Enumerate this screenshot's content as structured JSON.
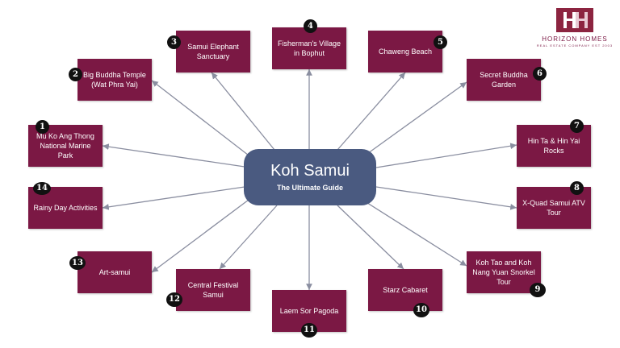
{
  "center": {
    "title": "Koh Samui",
    "subtitle": "The Ultimate Guide"
  },
  "logo": {
    "name": "HORIZON HOMES",
    "tagline": "REAL ESTATE COMPANY",
    "est": "EST 2003"
  },
  "nodes": [
    {
      "num": "1",
      "label": "Mu Ko Ang Thong National Marine Park"
    },
    {
      "num": "2",
      "label": "Big Buddha Temple (Wat Phra Yai)"
    },
    {
      "num": "3",
      "label": "Samui Elephant Sanctuary"
    },
    {
      "num": "4",
      "label": "Fisherman's Village in Bophut"
    },
    {
      "num": "5",
      "label": "Chaweng Beach"
    },
    {
      "num": "6",
      "label": "Secret Buddha Garden"
    },
    {
      "num": "7",
      "label": "Hin Ta & Hin Yai Rocks"
    },
    {
      "num": "8",
      "label": "X-Quad Samui ATV Tour"
    },
    {
      "num": "9",
      "label": "Koh Tao and Koh Nang Yuan Snorkel Tour"
    },
    {
      "num": "10",
      "label": "Starz Cabaret"
    },
    {
      "num": "11",
      "label": "Laem Sor Pagoda"
    },
    {
      "num": "12",
      "label": "Central Festival Samui"
    },
    {
      "num": "13",
      "label": "Art-samui"
    },
    {
      "num": "14",
      "label": "Rainy Day Activities"
    }
  ]
}
